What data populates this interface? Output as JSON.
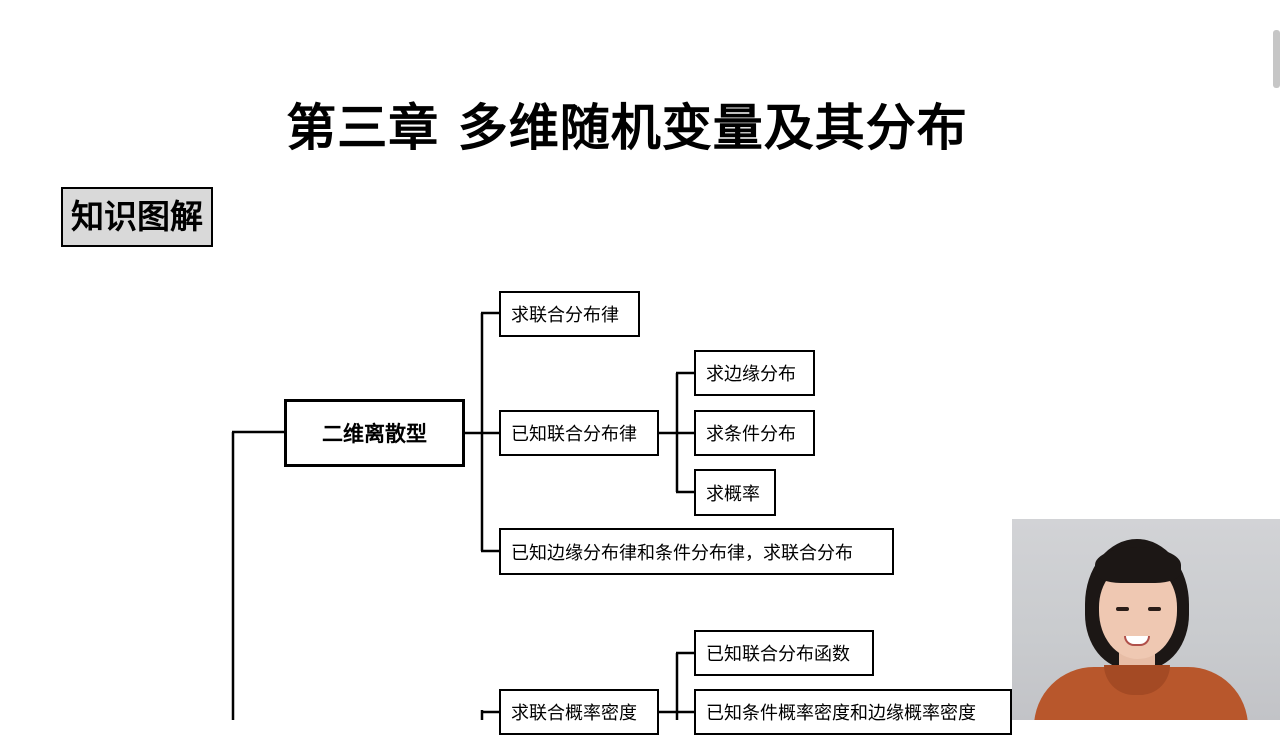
{
  "page": {
    "title": "第三章  多维随机变量及其分布",
    "section_label": "知识图解"
  },
  "diagram": {
    "nodes": {
      "discrete": "二维离散型",
      "find_joint_law": "求联合分布律",
      "given_joint_law": "已知联合分布律",
      "find_marginal": "求边缘分布",
      "find_conditional": "求条件分布",
      "find_probability": "求概率",
      "given_marginal_conditional": "已知边缘分布律和条件分布律，求联合分布",
      "find_joint_density": "求联合概率密度",
      "given_joint_cdf": "已知联合分布函数",
      "given_conditional_marginal_density": "已知条件概率密度和边缘概率密度"
    }
  },
  "webcam": {
    "icon": "presenter-video-icon"
  }
}
